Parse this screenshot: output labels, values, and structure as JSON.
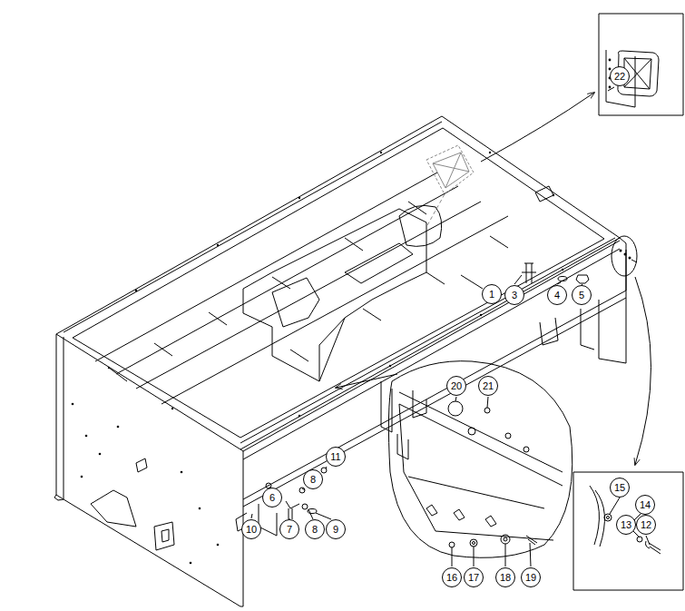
{
  "diagram": {
    "labels": [
      "22",
      "1",
      "3",
      "4",
      "5",
      "20",
      "21",
      "11",
      "8",
      "6",
      "15",
      "14",
      "13",
      "12",
      "10",
      "7",
      "8",
      "9",
      "16",
      "17",
      "18",
      "19"
    ]
  }
}
